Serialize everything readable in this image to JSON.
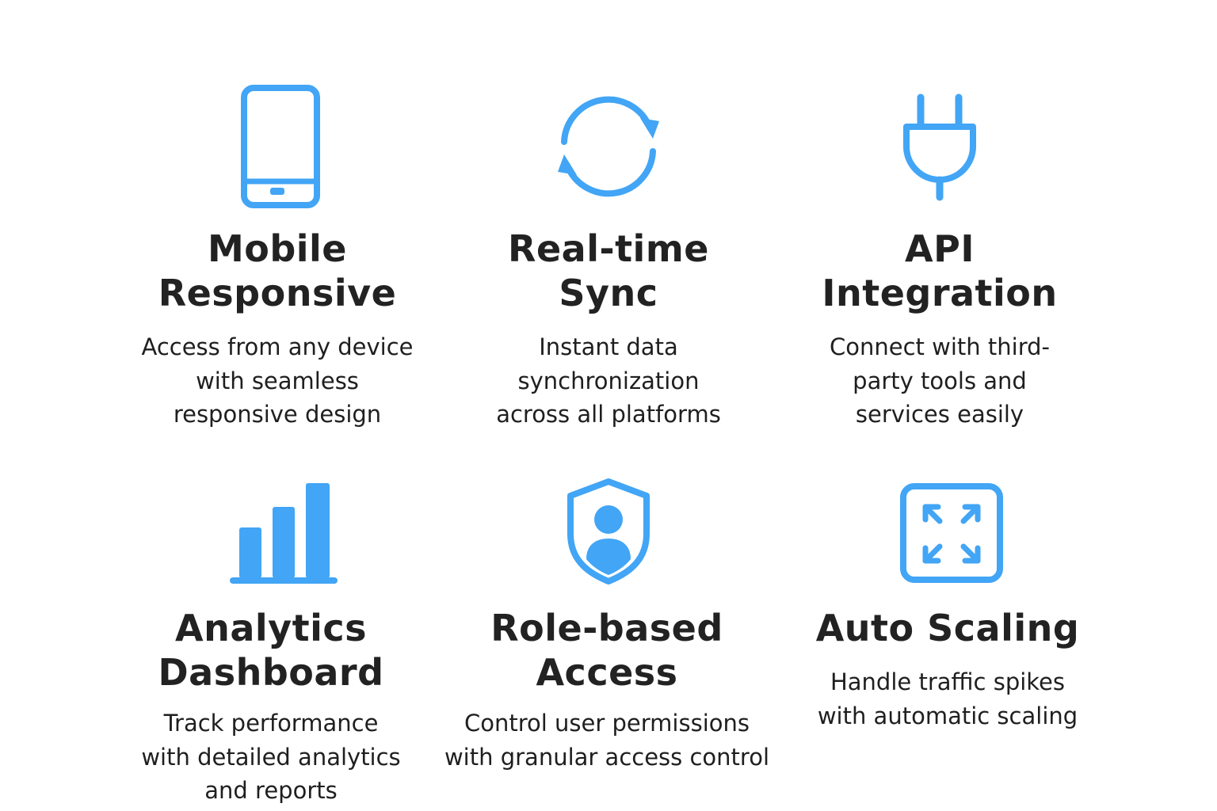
{
  "accent_color": "#42a5f5",
  "features": [
    {
      "icon": "smartphone-icon",
      "title": "Mobile\nResponsive",
      "description": "Access from any device\nwith seamless\nresponsive design"
    },
    {
      "icon": "sync-icon",
      "title": "Real-time\nSync",
      "description": "Instant data\nsynchronization\nacross all platforms"
    },
    {
      "icon": "plug-icon",
      "title": "API\nIntegration",
      "description": "Connect with third-\nparty tools and\nservices easily"
    },
    {
      "icon": "bar-chart-icon",
      "title": "Analytics\nDashboard",
      "description": "Track performance\nwith detailed analytics\nand reports"
    },
    {
      "icon": "shield-user-icon",
      "title": "Role-based\nAccess",
      "description": "Control user permissions\nwith granular access control"
    },
    {
      "icon": "expand-icon",
      "title": "Auto Scaling",
      "description": "Handle traffic spikes\nwith automatic scaling"
    }
  ]
}
